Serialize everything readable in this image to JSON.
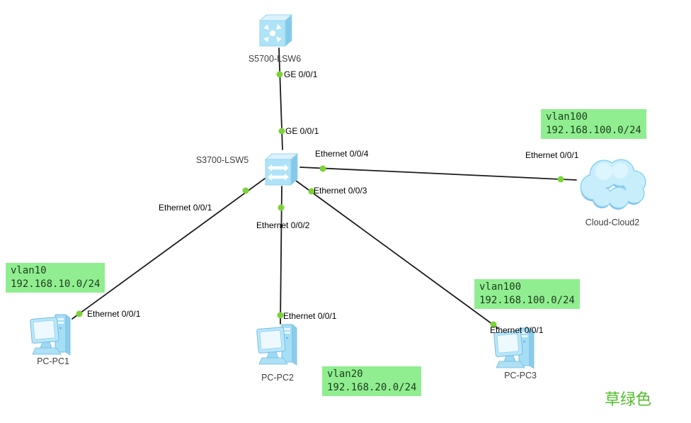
{
  "colors": {
    "link_line": "#1c1c1c",
    "port_dot_green": "#7bd338",
    "vlan_note_bg": "#90ee90",
    "vlan_note_text": "#1e3b1e",
    "note_green_text": "#52bd2a",
    "device_label_text": "#3f3f3f",
    "port_label_text": "#000000",
    "device_icon_blue": "#aee3f8",
    "cloud_fill": "#c9eefb"
  },
  "devices": [
    {
      "label": "S5700-LSW6",
      "type": "switch-aggregation"
    },
    {
      "label": "S3700-LSW5",
      "type": "switch"
    },
    {
      "label": "PC-PC1",
      "type": "pc"
    },
    {
      "label": "PC-PC2",
      "type": "pc"
    },
    {
      "label": "PC-PC3",
      "type": "pc"
    },
    {
      "label": "Cloud-Cloud2",
      "type": "cloud"
    }
  ],
  "links": [
    {
      "from": "S5700-LSW6",
      "from_port": "GE 0/0/1",
      "to": "S3700-LSW5",
      "to_port": "GE 0/0/1"
    },
    {
      "from": "S3700-LSW5",
      "from_port": "Ethernet 0/0/1",
      "to": "PC-PC1",
      "to_port": "Ethernet 0/0/1"
    },
    {
      "from": "S3700-LSW5",
      "from_port": "Ethernet 0/0/2",
      "to": "PC-PC2",
      "to_port": "Ethernet 0/0/1"
    },
    {
      "from": "S3700-LSW5",
      "from_port": "Ethernet 0/0/3",
      "to": "PC-PC3",
      "to_port": "Ethernet 0/0/1"
    },
    {
      "from": "S3700-LSW5",
      "from_port": "Ethernet 0/0/4",
      "to": "Cloud-Cloud2",
      "to_port": "Ethernet 0/0/1"
    }
  ],
  "vlan_notes": [
    {
      "line1": "vlan10",
      "line2": "192.168.10.0/24"
    },
    {
      "line1": "vlan20",
      "line2": "192.168.20.0/24"
    },
    {
      "line1": "vlan100",
      "line2": "192.168.100.0/24"
    },
    {
      "line1": "vlan100",
      "line2": "192.168.100.0/24"
    }
  ],
  "annotation": {
    "text": "草绿色"
  }
}
